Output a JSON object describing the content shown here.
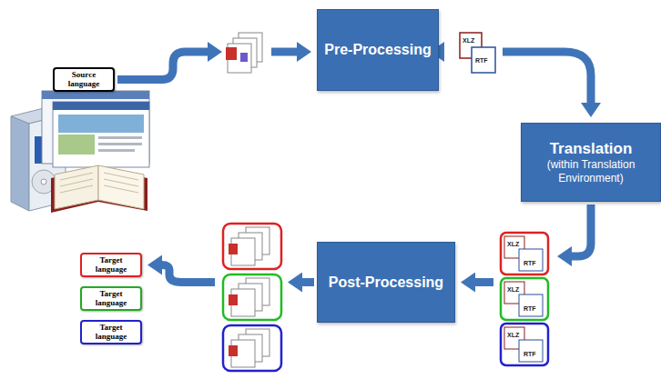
{
  "diagram": {
    "nodes": [
      {
        "text": [
          "Source language"
        ]
      },
      {
        "text": [
          "Pre-Processing"
        ]
      },
      {
        "text": [
          "Translation",
          "(within Translation Environment)"
        ]
      },
      {
        "text": [
          "Post-Processing"
        ]
      },
      {
        "text": [
          "Target language"
        ]
      },
      {
        "text": [
          "Target language"
        ]
      },
      {
        "text": [
          "Target language"
        ]
      }
    ],
    "edges": [
      {
        "from": 0,
        "to": 1,
        "arrow": "to"
      },
      {
        "from": 1,
        "to": 2,
        "arrow": "to"
      },
      {
        "from": 2,
        "to": 3,
        "arrow": "to"
      },
      {
        "from": 3,
        "to": 4,
        "arrow": "to"
      }
    ],
    "labels": [
      "XLZ",
      "RTF",
      "XLZ",
      "RTF",
      "XLZ",
      "RTF",
      "XLZ",
      "RTF"
    ]
  }
}
